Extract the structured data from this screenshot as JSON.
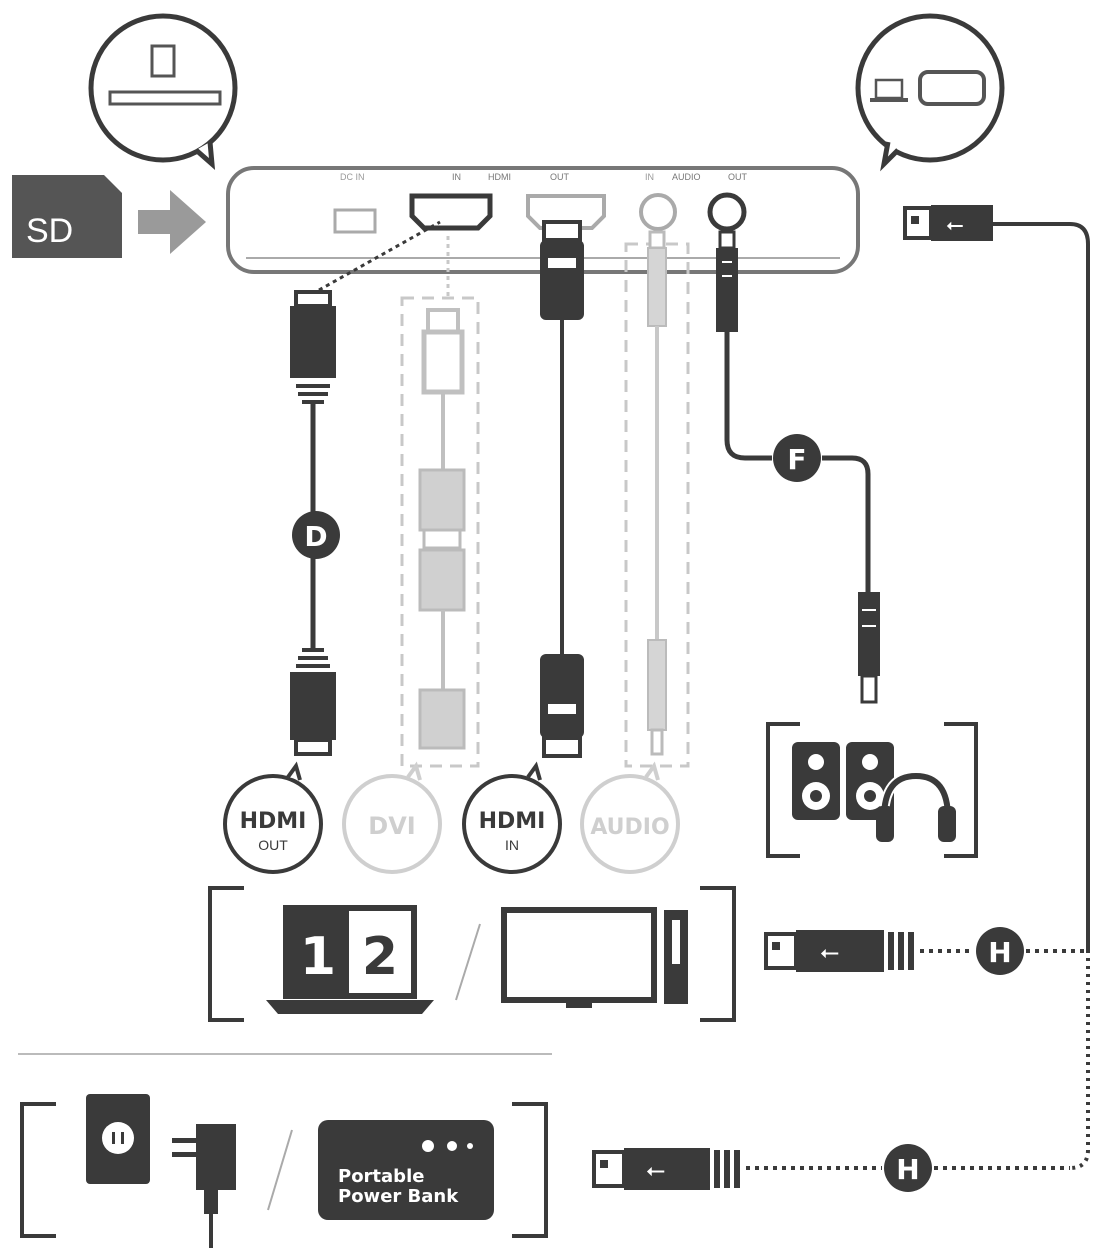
{
  "device": {
    "ports": {
      "dc_in": "DC IN",
      "in": "IN",
      "hdmi": "HDMI",
      "out": "OUT",
      "audio_in": "IN",
      "audio": "AUDIO",
      "audio_out": "OUT"
    }
  },
  "sd_card": {
    "label": "SD"
  },
  "markers": {
    "d": "D",
    "f": "F",
    "h_display": "H",
    "h_power": "H"
  },
  "bubbles": {
    "hdmi_out": {
      "line1": "HDMI",
      "line2": "OUT"
    },
    "dvi": {
      "line1": "DVI"
    },
    "hdmi_in": {
      "line1": "HDMI",
      "line2": "IN"
    },
    "audio": {
      "line1": "AUDIO"
    }
  },
  "laptop_screen": {
    "left": "1",
    "right": "2"
  },
  "power_bank": {
    "line1": "Portable",
    "line2": "Power Bank"
  },
  "colors": {
    "dark": "#3a3a3a",
    "mid": "#8a8a8a",
    "light": "#c8c8c8",
    "background": "#ffffff"
  }
}
